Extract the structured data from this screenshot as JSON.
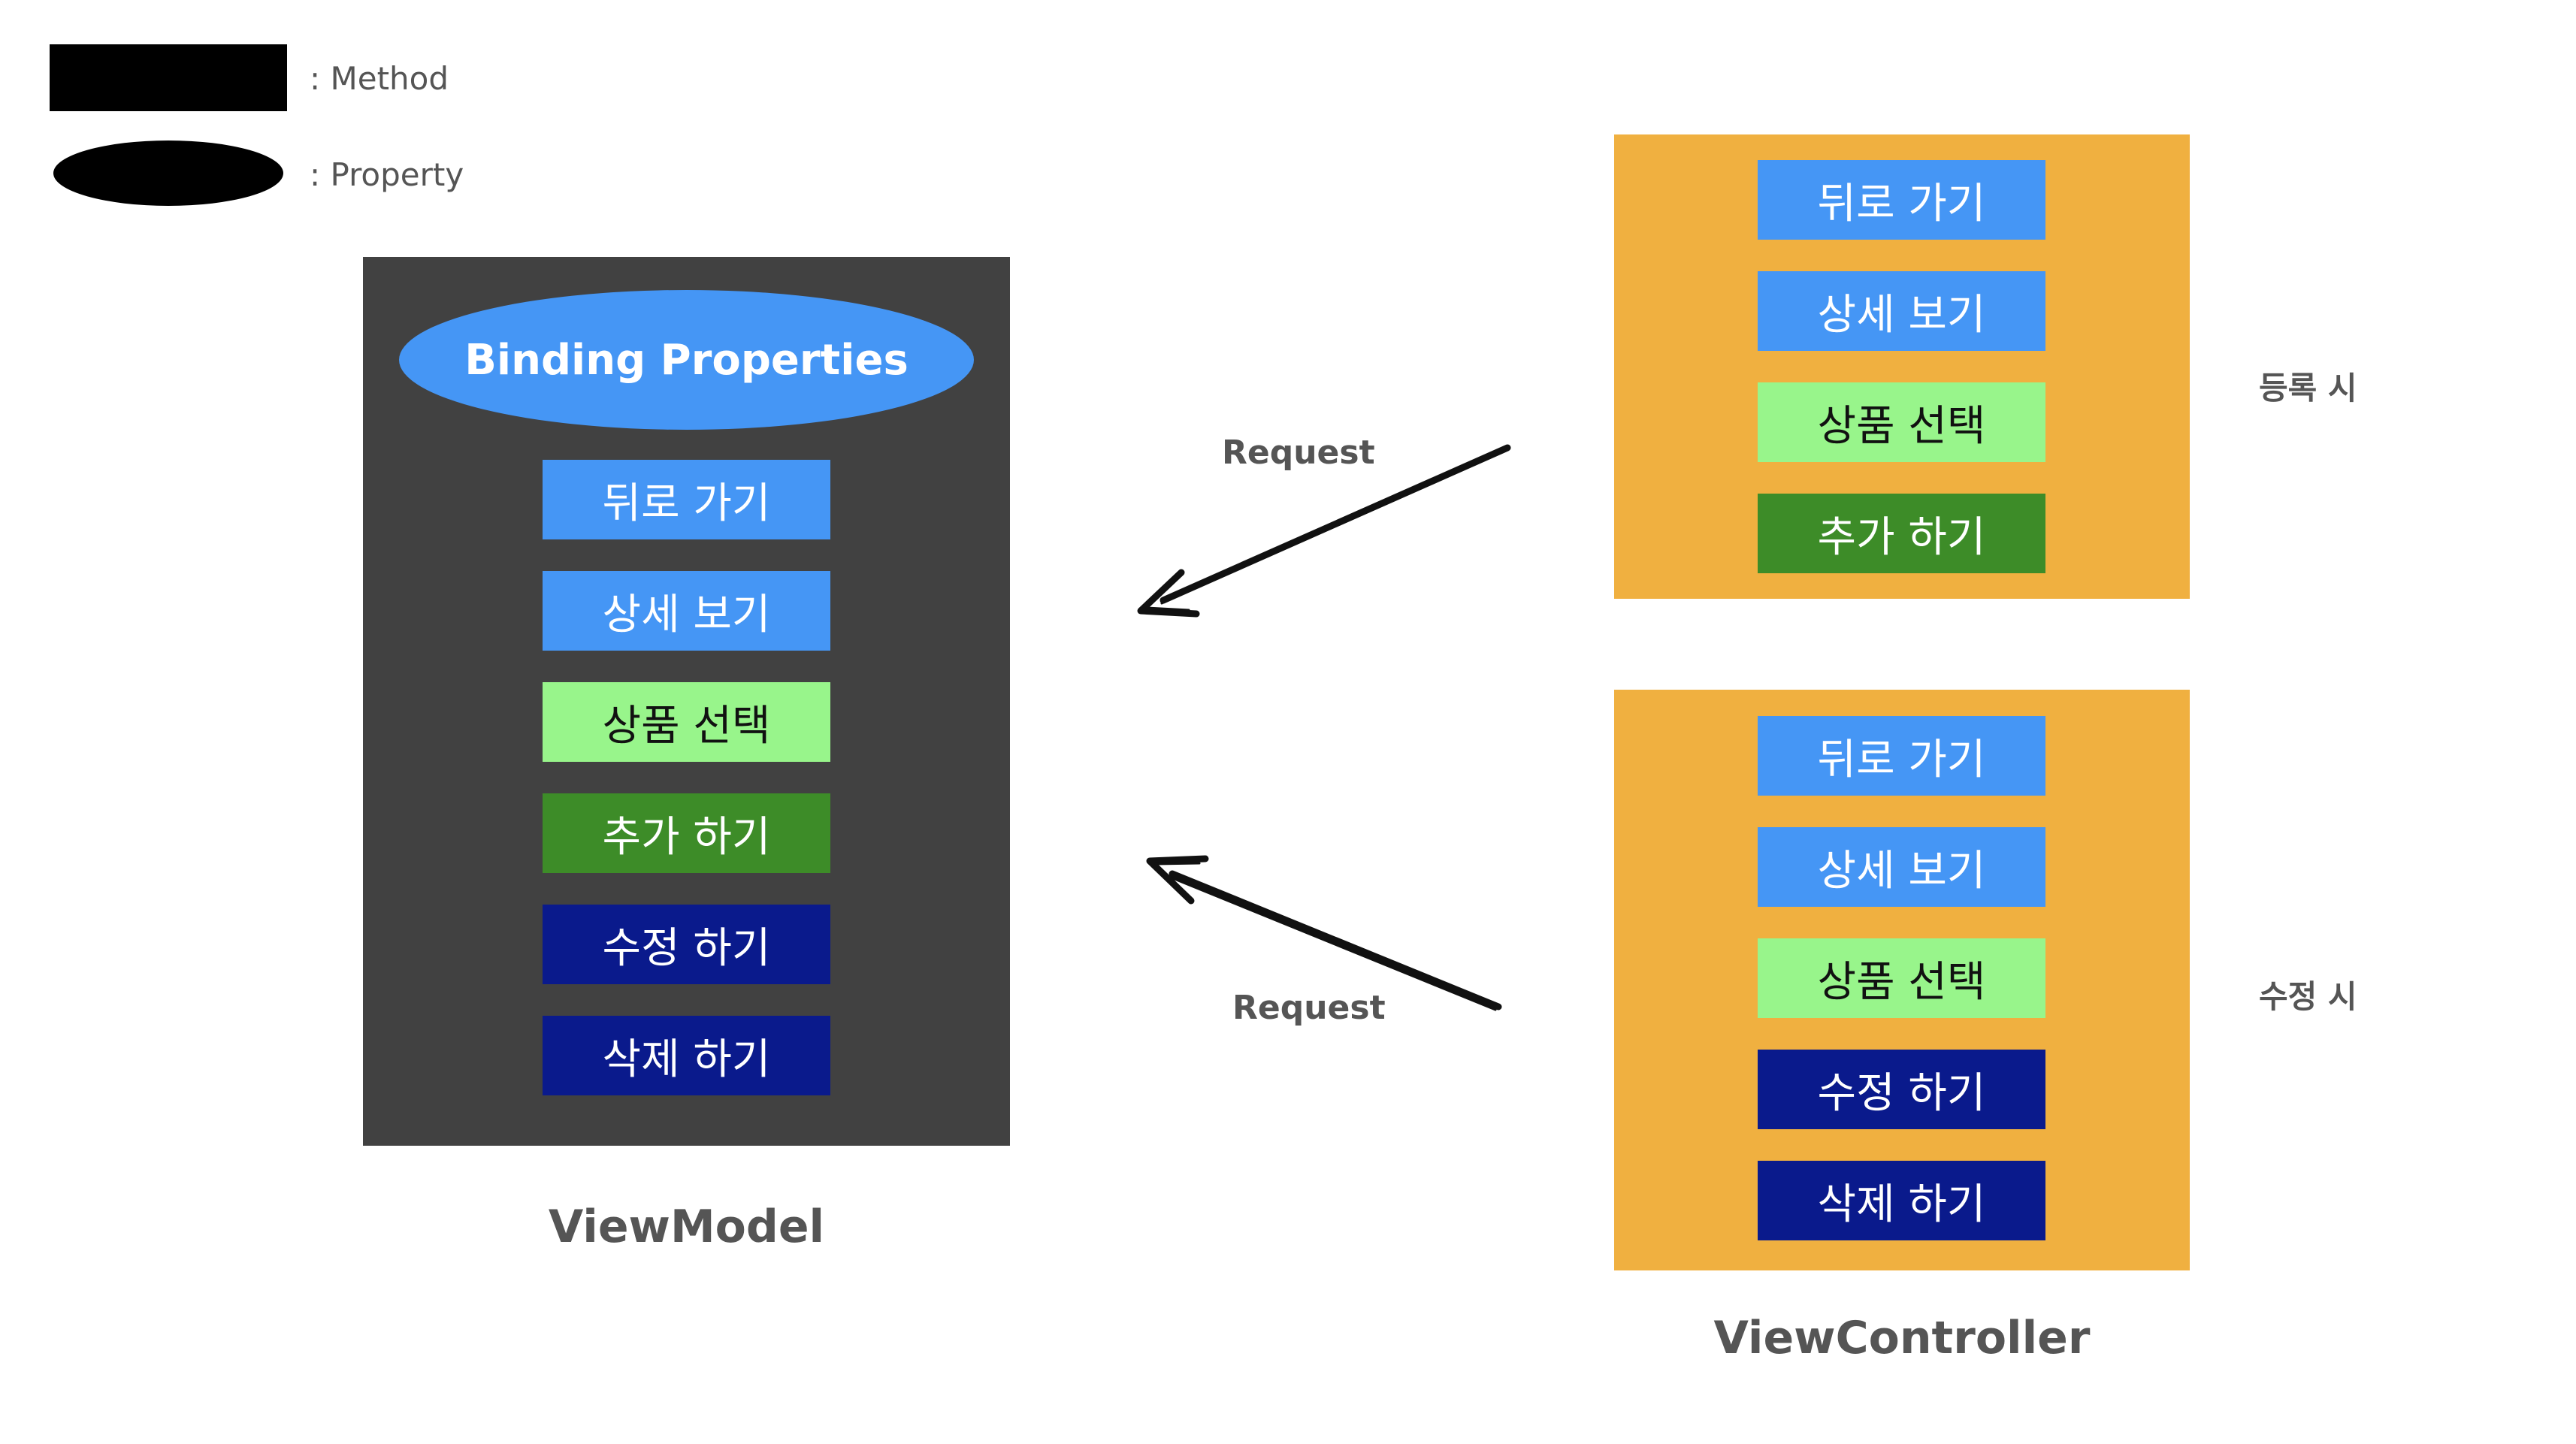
{
  "legend": {
    "method_label": ": Method",
    "property_label": ": Property"
  },
  "viewmodel": {
    "binding_label": "Binding Properties",
    "caption": "ViewModel",
    "methods": [
      {
        "label": "뒤로 가기",
        "kind": "navigation"
      },
      {
        "label": "상세 보기",
        "kind": "navigation"
      },
      {
        "label": "상품 선택",
        "kind": "select"
      },
      {
        "label": "추가 하기",
        "kind": "add"
      },
      {
        "label": "수정 하기",
        "kind": "edit"
      },
      {
        "label": "삭제 하기",
        "kind": "edit"
      }
    ]
  },
  "viewcontroller": {
    "caption": "ViewController",
    "register": {
      "label": "등록 시",
      "methods": [
        {
          "label": "뒤로 가기",
          "kind": "navigation"
        },
        {
          "label": "상세 보기",
          "kind": "navigation"
        },
        {
          "label": "상품 선택",
          "kind": "select"
        },
        {
          "label": "추가 하기",
          "kind": "add"
        }
      ]
    },
    "edit": {
      "label": "수정 시",
      "methods": [
        {
          "label": "뒤로 가기",
          "kind": "navigation"
        },
        {
          "label": "상세 보기",
          "kind": "navigation"
        },
        {
          "label": "상품 선택",
          "kind": "select"
        },
        {
          "label": "수정 하기",
          "kind": "edit"
        },
        {
          "label": "삭제 하기",
          "kind": "edit"
        }
      ]
    }
  },
  "arrows": {
    "top_label": "Request",
    "bottom_label": "Request"
  },
  "colors": {
    "navigation": "#4596f5",
    "select": "#98f58b",
    "add": "#3d8c28",
    "edit": "#0a1a8c",
    "viewmodel_bg": "#414141",
    "viewcontroller_bg": "#f0b040"
  }
}
